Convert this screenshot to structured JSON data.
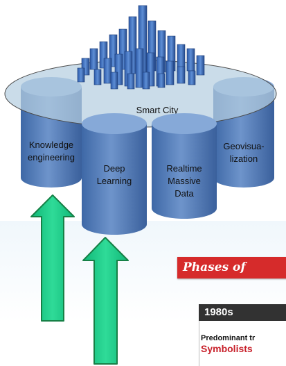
{
  "diagram": {
    "center_label": "Smart City",
    "pillars": [
      {
        "line1": "Knowledge",
        "line2": "engineering",
        "line3": ""
      },
      {
        "line1": "Deep",
        "line2": "Learning",
        "line3": ""
      },
      {
        "line1": "Realtime",
        "line2": "Massive",
        "line3": "Data"
      },
      {
        "line1": "Geovisua-",
        "line2": "lization",
        "line3": ""
      }
    ]
  },
  "slide": {
    "banner_title": "Phases of",
    "decade": "1980s",
    "trend_label": "Predominant tr",
    "trend_value": "Symbolists"
  },
  "colors": {
    "cylinder_fill": "#4f7ab8",
    "cylinder_top": "#86a9d8",
    "ellipse_fill": "#b5cfe0",
    "arrow_fill": "#14c884",
    "arrow_stroke": "#168046",
    "banner_red": "#d62b2b",
    "decade_dark": "#323232",
    "trend_red": "#c8202a"
  }
}
